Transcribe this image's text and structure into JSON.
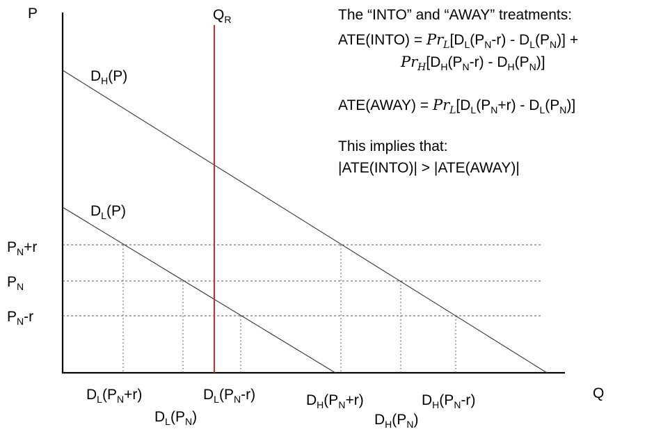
{
  "axes": {
    "y_label": "P",
    "x_label": "Q"
  },
  "price_levels": [
    {
      "id": "pn_plus_r",
      "base": "P",
      "sub": "N",
      "suffix": "+r"
    },
    {
      "id": "pn",
      "base": "P",
      "sub": "N",
      "suffix": ""
    },
    {
      "id": "pn_minus_r",
      "base": "P",
      "sub": "N",
      "suffix": "-r"
    }
  ],
  "curves": {
    "high": {
      "base": "D",
      "sub": "H",
      "suffix": "(P)"
    },
    "low": {
      "base": "D",
      "sub": "L",
      "suffix": "(P)"
    },
    "reservation": {
      "base": "Q",
      "sub": "R",
      "color": "#d62728"
    }
  },
  "quantity_labels": [
    {
      "id": "dl_pn_plus_r",
      "D": "D",
      "Dsub": "L",
      "P": "P",
      "Psub": "N",
      "r": "+r"
    },
    {
      "id": "dl_pn",
      "D": "D",
      "Dsub": "L",
      "P": "P",
      "Psub": "N",
      "r": ""
    },
    {
      "id": "dl_pn_minus_r",
      "D": "D",
      "Dsub": "L",
      "P": "P",
      "Psub": "N",
      "r": "-r"
    },
    {
      "id": "dh_pn_plus_r",
      "D": "D",
      "Dsub": "H",
      "P": "P",
      "Psub": "N",
      "r": "+r"
    },
    {
      "id": "dh_pn",
      "D": "D",
      "Dsub": "H",
      "P": "P",
      "Psub": "N",
      "r": ""
    },
    {
      "id": "dh_pn_minus_r",
      "D": "D",
      "Dsub": "H",
      "P": "P",
      "Psub": "N",
      "r": "-r"
    }
  ],
  "text": {
    "heading": "The “INTO” and “AWAY” treatments:",
    "ate_into_prefix": "ATE(INTO) = ",
    "pr": "Pr",
    "pr_low_sub": "L",
    "pr_high_sub": "H",
    "open_bracket": "[",
    "close_bracket": "]",
    "D": "D",
    "L": "L",
    "H": "H",
    "open_p": "(P",
    "N": "N",
    "minus_r_close": "-r)",
    "plus_r_close": "+r)",
    "close_p": ")",
    "minus": " - ",
    "plus_end": " +",
    "ate_away_prefix": "ATE(AWAY) = ",
    "implies": "This implies that:",
    "inequality": "|ATE(INTO)| > |ATE(AWAY)|"
  }
}
